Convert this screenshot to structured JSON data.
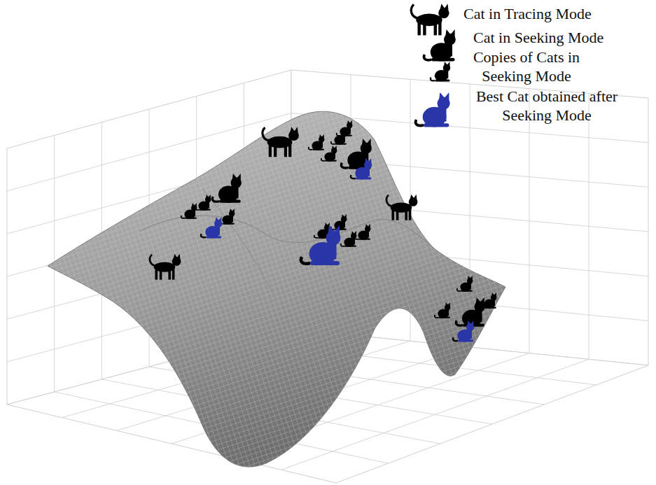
{
  "diagram": {
    "legend": [
      {
        "text": "Cat in Tracing Mode"
      },
      {
        "text": "Cat in Seeking Mode"
      },
      {
        "text": "Copies of Cats in Seeking Mode"
      },
      {
        "text": "Best Cat obtained after Seeking Mode"
      }
    ]
  }
}
